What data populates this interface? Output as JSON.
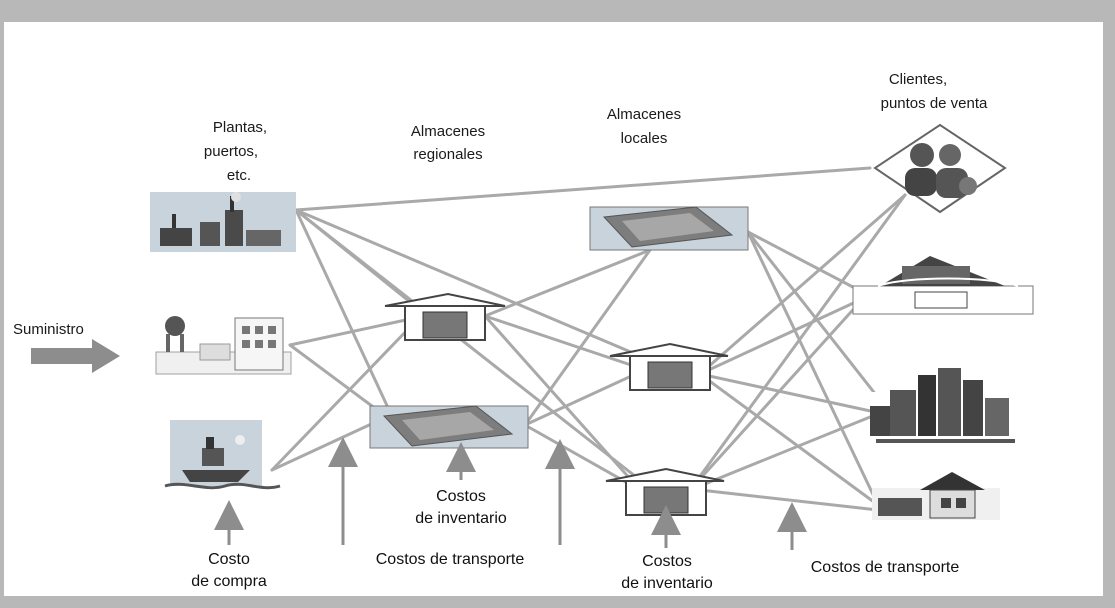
{
  "labels": {
    "plants_line1": "Plantas,",
    "plants_line2": "puertos,",
    "plants_line3": "etc.",
    "regional_line1": "Almacenes",
    "regional_line2": "regionales",
    "local_line1": "Almacenes",
    "local_line2": "locales",
    "customers_line1": "Clientes,",
    "customers_line2": "puntos de venta",
    "supply": "Suministro",
    "purchase_cost_line1": "Costo",
    "purchase_cost_line2": "de compra",
    "transport_costs_1": "Costos de transporte",
    "inventory_costs_1_line1": "Costos",
    "inventory_costs_1_line2": "de inventario",
    "inventory_costs_2_line1": "Costos",
    "inventory_costs_2_line2": "de inventario",
    "transport_costs_2": "Costos de transporte"
  },
  "colors": {
    "frame": "#b8b8b8",
    "route": "#a9a9a9",
    "arrow": "#8d8d8d",
    "icon_dark": "#444444",
    "icon_bg": "#c9d3dc",
    "box_fill": "#777777"
  },
  "icons": {
    "plant": "factory-icon",
    "port_supplier": "water-tower-plant-icon",
    "ship": "ship-icon",
    "regional_warehouse_a": "warehouse-icon",
    "regional_warehouse_b": "warehouse-aerial-icon",
    "local_warehouse_a": "warehouse-aerial-icon",
    "local_warehouse_b": "warehouse-icon",
    "local_warehouse_c": "warehouse-icon",
    "customers": "people-icon",
    "store": "store-icon",
    "city": "city-buildings-icon",
    "house": "house-icon"
  }
}
